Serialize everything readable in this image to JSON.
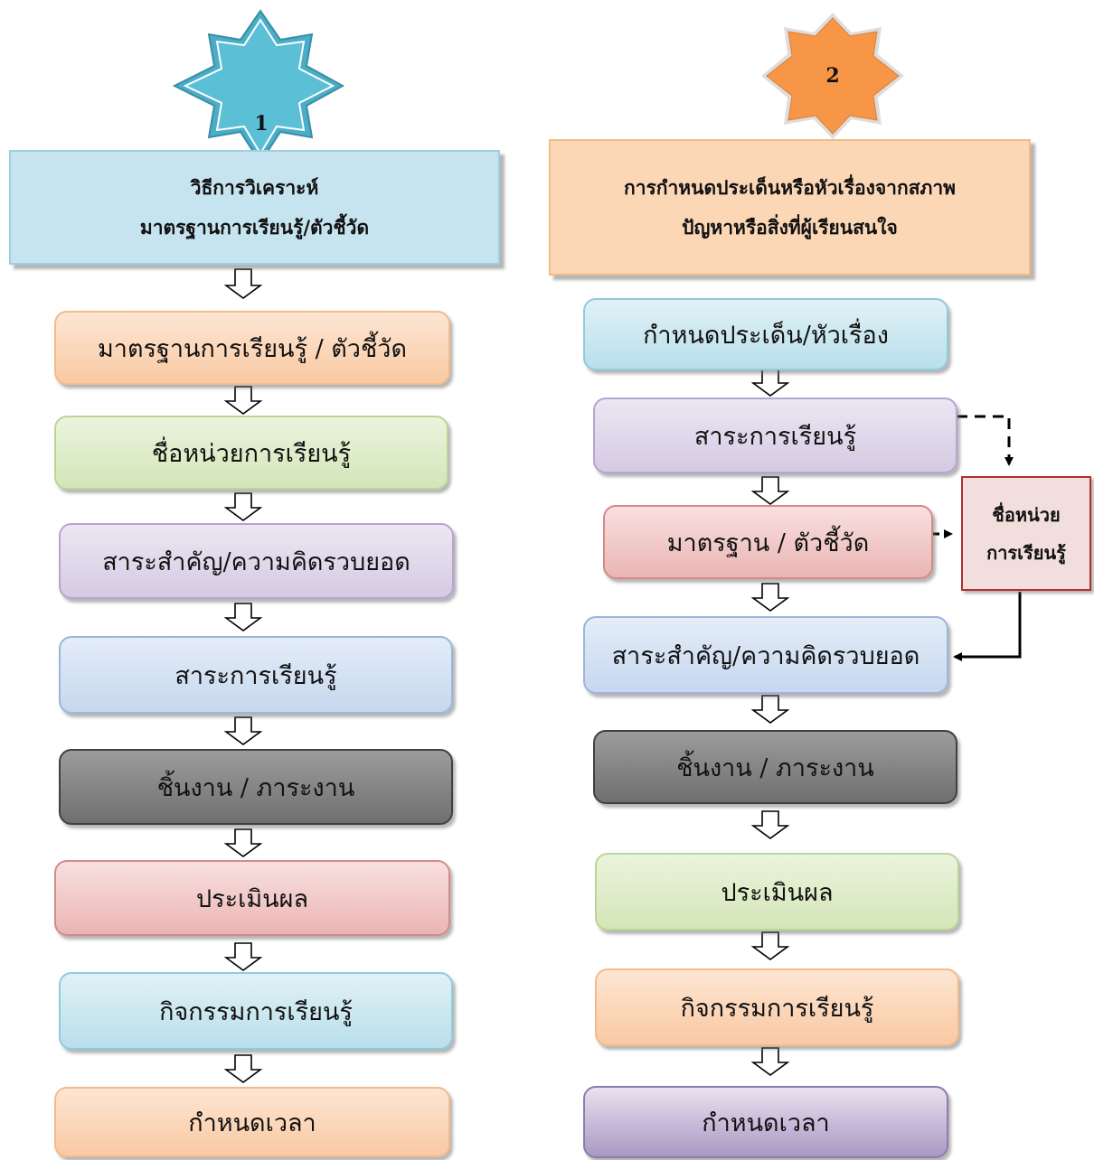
{
  "left": {
    "badge": "1",
    "header": [
      "วิธีการวิเคราะห์",
      "มาตรฐานการเรียนรู้/ตัวชี้วัด"
    ],
    "steps": [
      "มาตรฐานการเรียนรู้ / ตัวชี้วัด",
      "ชื่อหน่วยการเรียนรู้",
      "สาระสำคัญ/ความคิดรวบยอด",
      "สาระการเรียนรู้",
      "ชิ้นงาน / ภาระงาน",
      "ประเมินผล",
      "กิจกรรมการเรียนรู้",
      "กำหนดเวลา"
    ]
  },
  "right": {
    "badge": "2",
    "header": [
      "การกำหนดประเด็นหรือหัวเรื่องจากสภาพ",
      "ปัญหาหรือสิ่งที่ผู้เรียนสนใจ"
    ],
    "steps": [
      "กำหนดประเด็น/หัวเรื่อง",
      "สาระการเรียนรู้",
      "มาตรฐาน / ตัวชี้วัด",
      "สาระสำคัญ/ความคิดรวบยอด",
      "ชิ้นงาน / ภาระงาน",
      "ประเมินผล",
      "กิจกรรมการเรียนรู้",
      "กำหนดเวลา"
    ],
    "unit_box": [
      "ชื่อหน่วย",
      "การเรียนรู้"
    ]
  },
  "colors": {
    "star_left": "#4aaec8",
    "star_right": "#f79646"
  }
}
